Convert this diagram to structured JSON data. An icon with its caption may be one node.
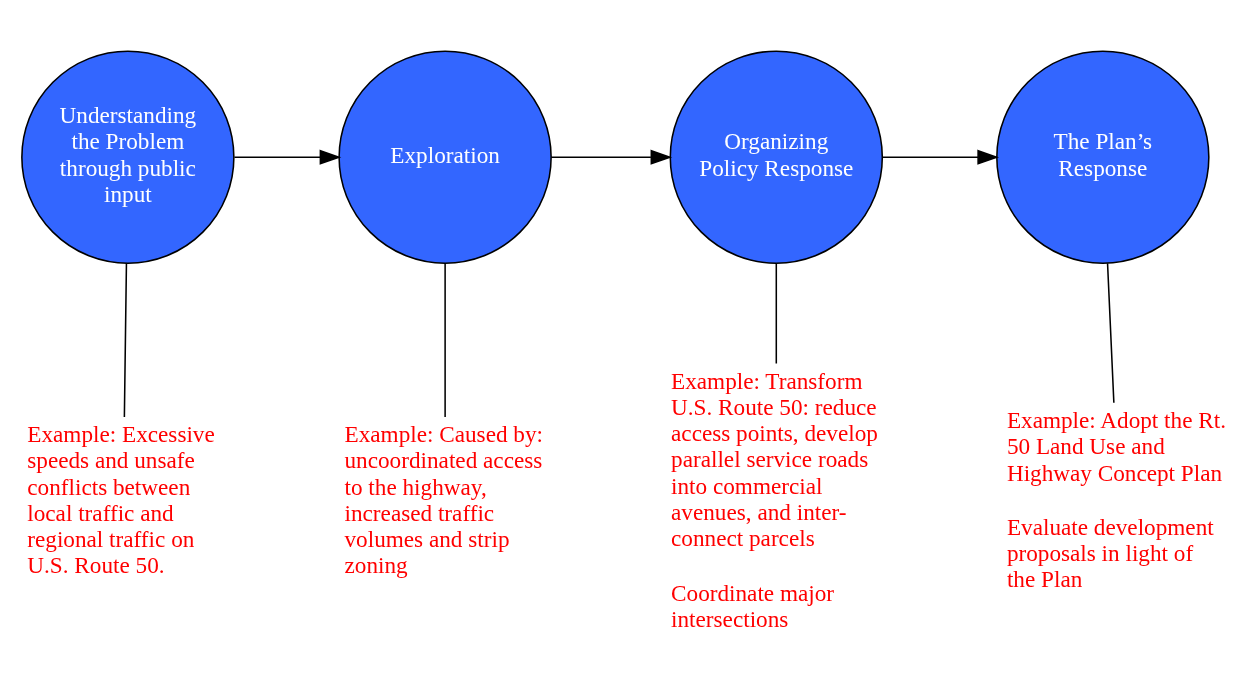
{
  "diagram": {
    "nodes": [
      {
        "text": [
          "Understanding the Problem through public input"
        ]
      },
      {
        "text": [
          "Exploration"
        ]
      },
      {
        "text": [
          "Organizing Policy Response"
        ]
      },
      {
        "text": [
          "The Plan’s Response"
        ]
      },
      {
        "text": [
          "Example: Excessive speeds and unsafe conflicts between local traffic and regional traffic on U.S. Route 50."
        ]
      },
      {
        "text": [
          "Example: Caused by: uncoordinated access to the highway, increased traffic volumes and strip zoning"
        ]
      },
      {
        "text": [
          "Example: Transform U.S. Route 50: reduce access points, develop parallel service roads into commercial avenues, and inter-connect parcels",
          "Coordinate major intersections"
        ]
      },
      {
        "text": [
          "Example: Adopt the Rt. 50 Land Use and Highway Concept Plan",
          "Evaluate development proposals in light of the Plan"
        ]
      }
    ],
    "edges": [
      {
        "from": 0,
        "to": 1,
        "arrow": "to"
      },
      {
        "from": 1,
        "to": 2,
        "arrow": "to"
      },
      {
        "from": 2,
        "to": 3,
        "arrow": "to"
      },
      {
        "from": 0,
        "to": 4,
        "arrow": "none"
      },
      {
        "from": 1,
        "to": 5,
        "arrow": "none"
      },
      {
        "from": 2,
        "to": 6,
        "arrow": "none"
      },
      {
        "from": 3,
        "to": 7,
        "arrow": "none"
      }
    ]
  }
}
